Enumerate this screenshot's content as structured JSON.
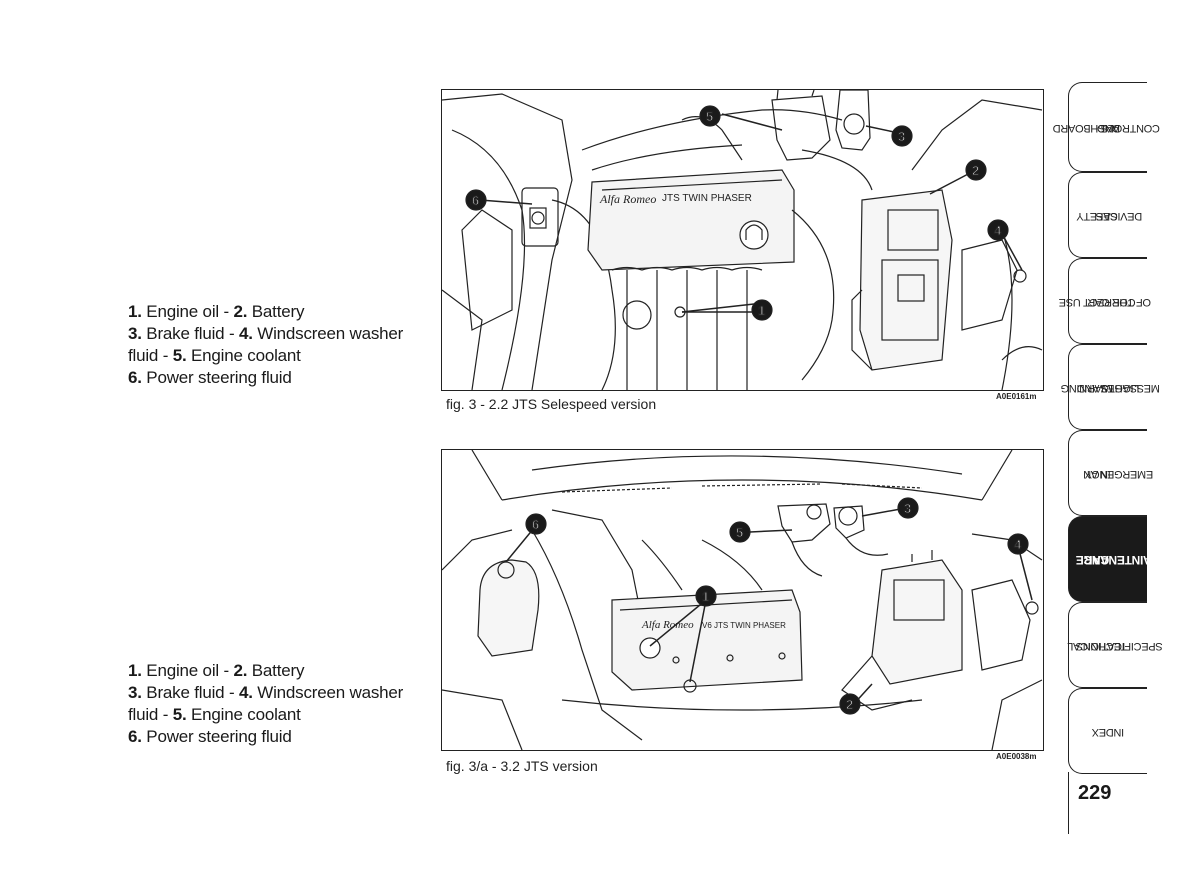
{
  "legend1": {
    "l1n1": "1.",
    "l1t1": " Engine oil - ",
    "l1n2": "2.",
    "l1t2": " Battery",
    "l2n3": "3.",
    "l2t3": " Brake fluid - ",
    "l2n4": "4.",
    "l2t4": " Windscreen washer",
    "l3t0": "fluid - ",
    "l3n5": "5.",
    "l3t5": " Engine coolant",
    "l4n6": "6.",
    "l4t6": " Power steering fluid"
  },
  "legend2": {
    "l1n1": "1.",
    "l1t1": " Engine oil - ",
    "l1n2": "2.",
    "l1t2": " Battery",
    "l2n3": "3.",
    "l2t3": " Brake fluid - ",
    "l2n4": "4.",
    "l2t4": " Windscreen washer",
    "l3t0": "fluid - ",
    "l3n5": "5.",
    "l3t5": " Engine coolant",
    "l4n6": "6.",
    "l4t6": " Power steering fluid"
  },
  "figure1": {
    "caption": "fig. 3 - 2.2 JTS Selespeed version",
    "code": "A0E0161m",
    "cover_brand": "Alfa Romeo",
    "cover_text": "JTS TWIN PHASER",
    "callouts": [
      "1",
      "2",
      "3",
      "4",
      "5",
      "6"
    ]
  },
  "figure2": {
    "caption": "fig. 3/a - 3.2 JTS version",
    "code": "A0E0038m",
    "cover_brand": "Alfa Romeo",
    "cover_text": "V6 JTS TWIN PHASER",
    "callouts": [
      "1",
      "2",
      "3",
      "4",
      "5",
      "6"
    ]
  },
  "tabs": [
    {
      "line1": "DASHBOARD",
      "line2": "AND",
      "line3": "CONTROLS"
    },
    {
      "line1": "SAFETY",
      "line2": "DEVICES",
      "line3": ""
    },
    {
      "line1": "CORRECT USE",
      "line2": "OF THE CAR",
      "line3": ""
    },
    {
      "line1": "WARNING",
      "line2": "LIGHTS AND",
      "line3": "MESSAGES"
    },
    {
      "line1": "IN AN",
      "line2": "EMERGENCY",
      "line3": ""
    },
    {
      "line1": "CAR",
      "line2": "MAINTENANCE",
      "line3": ""
    },
    {
      "line1": "TECHNICAL",
      "line2": "SPECIFICATIONS",
      "line3": ""
    },
    {
      "line1": "INDEX",
      "line2": "",
      "line3": ""
    }
  ],
  "active_tab": "CAR MAINTENANCE",
  "page_number": "229"
}
